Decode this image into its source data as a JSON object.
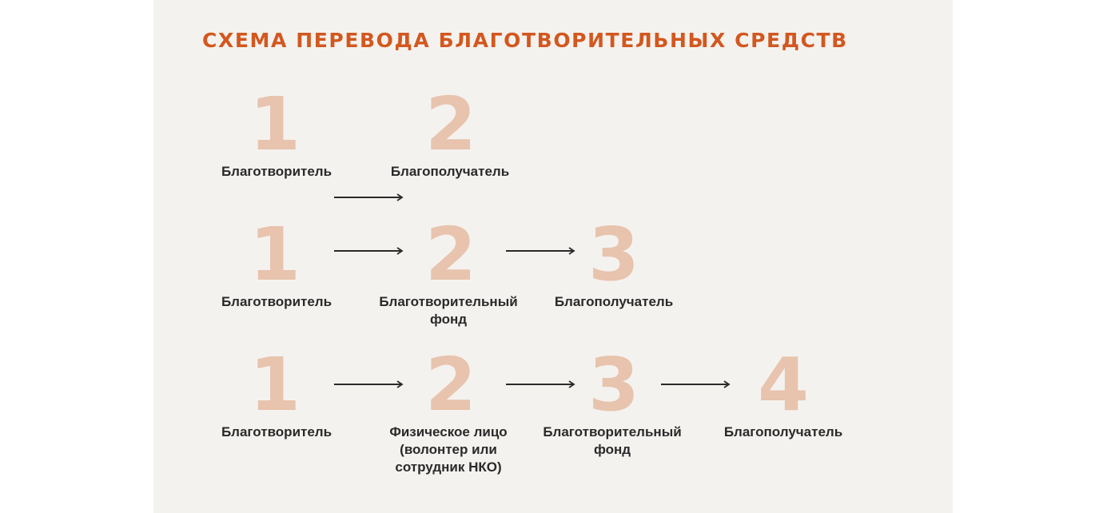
{
  "title": "СХЕМА ПЕРЕВОДА БЛАГОТВОРИТЕЛЬНЫХ СРЕДСТВ",
  "colors": {
    "title": "#d2581f",
    "numbers": "#e8c3ad",
    "panel": "#f4f2ef",
    "text": "#2a2a2a",
    "arrow": "#2a2a2a"
  },
  "schemes": [
    {
      "steps": [
        {
          "number": "1",
          "label": "Благотворитель"
        },
        {
          "number": "2",
          "label": "Благополучатель"
        }
      ]
    },
    {
      "steps": [
        {
          "number": "1",
          "label": "Благотворитель"
        },
        {
          "number": "2",
          "label": "Благотворительный\nфонд"
        },
        {
          "number": "3",
          "label": "Благополучатель"
        }
      ]
    },
    {
      "steps": [
        {
          "number": "1",
          "label": "Благотворитель"
        },
        {
          "number": "2",
          "label": "Физическое лицо\n(волонтер или\nсотрудник НКО)"
        },
        {
          "number": "3",
          "label": "Благотворительный\nфонд"
        },
        {
          "number": "4",
          "label": "Благополучатель"
        }
      ]
    }
  ]
}
